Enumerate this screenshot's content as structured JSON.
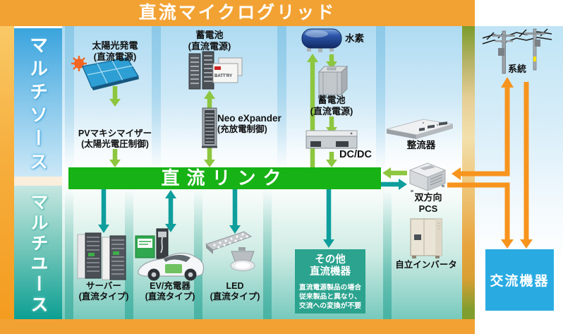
{
  "title": "直流マイクログリッド",
  "sidebars": {
    "multi_source": "マルチソース",
    "multi_use": "マルチユース"
  },
  "dc_link": {
    "label": "直流リンク"
  },
  "sources": {
    "solar": {
      "label": "太陽光発電",
      "sub": "(直流電源)"
    },
    "pv_maximizer": {
      "label": "PVマキシマイザー",
      "sub": "(太陽光電圧制御)"
    },
    "storage_battery": {
      "label": "蓄電池",
      "sub": "(直流電源)",
      "box_text": "BATT'RY"
    },
    "neo_expander": {
      "label": "Neo eXpander",
      "sub": "(充放電制御)"
    },
    "hydrogen": {
      "label": "水素"
    },
    "hydrogen_battery": {
      "label": "蓄電池",
      "sub": "(直流電源)"
    },
    "dc_dc": {
      "label": "DC/DC"
    },
    "rectifier": {
      "label": "整流器"
    },
    "grid": {
      "label": "系統"
    }
  },
  "conversion": {
    "bidirectional_pcs": {
      "label": "双方向",
      "sub": "PCS"
    },
    "standalone_inverter": {
      "label": "自立インバータ"
    }
  },
  "loads": {
    "server": {
      "label": "サーバー",
      "sub": "(直流タイプ)"
    },
    "ev_charger": {
      "label": "EV/充電器",
      "sub": "(直流タイプ)"
    },
    "led": {
      "label": "LED",
      "sub": "(直流タイプ)"
    },
    "other_dc": {
      "title1": "その他",
      "title2": "直流機器",
      "note1": "直流電源製品の場合",
      "note2": "従来製品と異なり、",
      "note3": "交流への変換が不要"
    },
    "ac_equipment": {
      "label": "交流機器"
    }
  },
  "colors": {
    "header_orange": "#F2A233",
    "dc_link_green": "#17B215",
    "other_dc_teal": "#2BA38E",
    "ac_blue": "#29ABE2",
    "arrow_green": "#8DC63F",
    "arrow_teal": "#0E9E9C",
    "arrow_orange": "#F7941E",
    "source_panel_blue": "#3AA4DD",
    "use_panel_teal": "#0C9F93"
  }
}
